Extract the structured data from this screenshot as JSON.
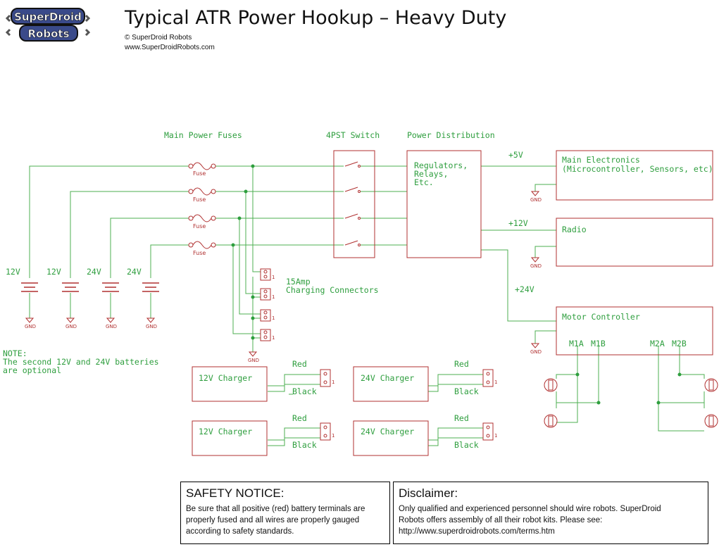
{
  "header": {
    "logo_text": "SuperDroid Robots",
    "title": "Typical ATR Power Hookup – Heavy Duty",
    "copyright": "© SuperDroid Robots",
    "url": "www.SuperDroidRobots.com"
  },
  "colors": {
    "wire": "#4caf50",
    "component": "#b03030",
    "text_green": "#2e9e3e"
  },
  "sections": {
    "fuses": "Main Power Fuses",
    "switch": "4PST Switch",
    "distribution": "Power Distribution"
  },
  "fuse_label": "Fuse",
  "gnd_label": "GND",
  "pin_label": "1",
  "batteries": [
    "12V",
    "12V",
    "24V",
    "24V"
  ],
  "distribution_box": [
    "Regulators,",
    "Relays,",
    "Etc."
  ],
  "rails": {
    "v5": "+5V",
    "v12": "+12V",
    "v24": "+24V"
  },
  "loads": {
    "main_electronics": [
      "Main Electronics",
      "(Microcontroller, Sensors, etc)"
    ],
    "radio": "Radio",
    "motor_controller": "Motor Controller",
    "motor_ports": [
      "M1A",
      "M1B",
      "M2A",
      "M2B"
    ]
  },
  "charging_connectors": [
    "15Amp",
    "Charging Connectors"
  ],
  "note": [
    "NOTE:",
    "The second 12V and 24V batteries",
    "are optional"
  ],
  "chargers": [
    "12V Charger",
    "24V Charger",
    "12V Charger",
    "24V Charger"
  ],
  "charger_wires": {
    "red": "Red",
    "black": "Black"
  },
  "safety": {
    "heading": "SAFETY NOTICE:",
    "lines": [
      "Be sure that all positive (red) battery terminals are",
      "properly fused and all wires are properly gauged",
      "according to safety standards."
    ]
  },
  "disclaimer": {
    "heading": "Disclaimer:",
    "lines": [
      "Only qualified and experienced personnel should wire robots. SuperDroid",
      "Robots offers assembly of all their robot kits. Please see:",
      "http://www.superdroidrobots.com/terms.htm"
    ]
  }
}
